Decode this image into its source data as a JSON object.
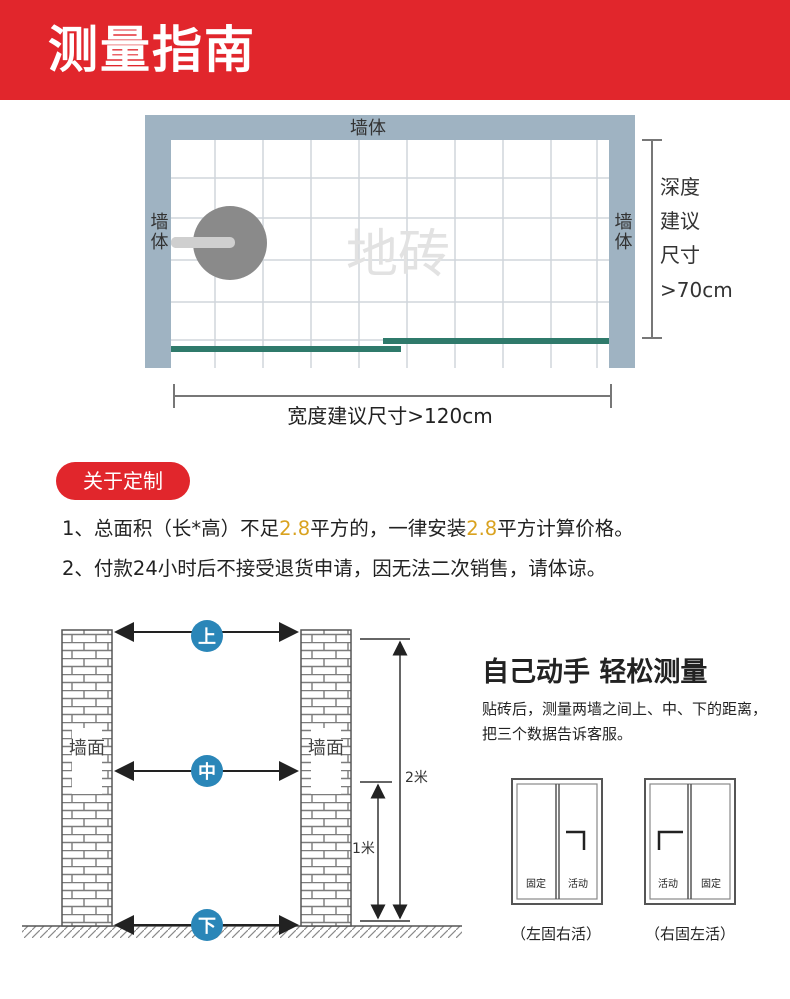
{
  "header": {
    "title": "测量指南"
  },
  "floor_plan": {
    "wall_top": "墙体",
    "wall_left": "墙体",
    "wall_right": "墙体",
    "floor_label": "地砖",
    "depth_label": [
      "深度",
      "建议",
      "尺寸",
      ">70cm"
    ],
    "width_label": "宽度建议尺寸>120cm"
  },
  "custom": {
    "badge": "关于定制",
    "note1": {
      "prefix": "1、总面积（长*高）不足",
      "value1": "2.8",
      "middle": "平方的，一律安装",
      "value2": "2.8",
      "suffix": "平方计算价格。"
    },
    "note2": "2、付款24小时后不接受退货申请，因无法二次销售，请体谅。"
  },
  "wall_diagram": {
    "wall_label_left": "墙面",
    "wall_label_right": "墙面",
    "marker_top": "上",
    "marker_middle": "中",
    "marker_bottom": "下",
    "height_2m": "2米",
    "height_1m": "1米"
  },
  "diy": {
    "title": "自己动手 轻松测量",
    "description": "贴砖后，测量两墙之间上、中、下的距离，把三个数据告诉客服。",
    "door_left": {
      "panel_a": "固定",
      "panel_b": "活动",
      "caption": "（左固右活）"
    },
    "door_right": {
      "panel_a": "活动",
      "panel_b": "固定",
      "caption": "（右固左活）"
    }
  },
  "colors": {
    "brand_red": "#e1262c",
    "wall_blue": "#9fb3c2",
    "rail_green": "#2f7a6b",
    "marker_blue": "#2a86b8",
    "highlight": "#d9a21f"
  }
}
